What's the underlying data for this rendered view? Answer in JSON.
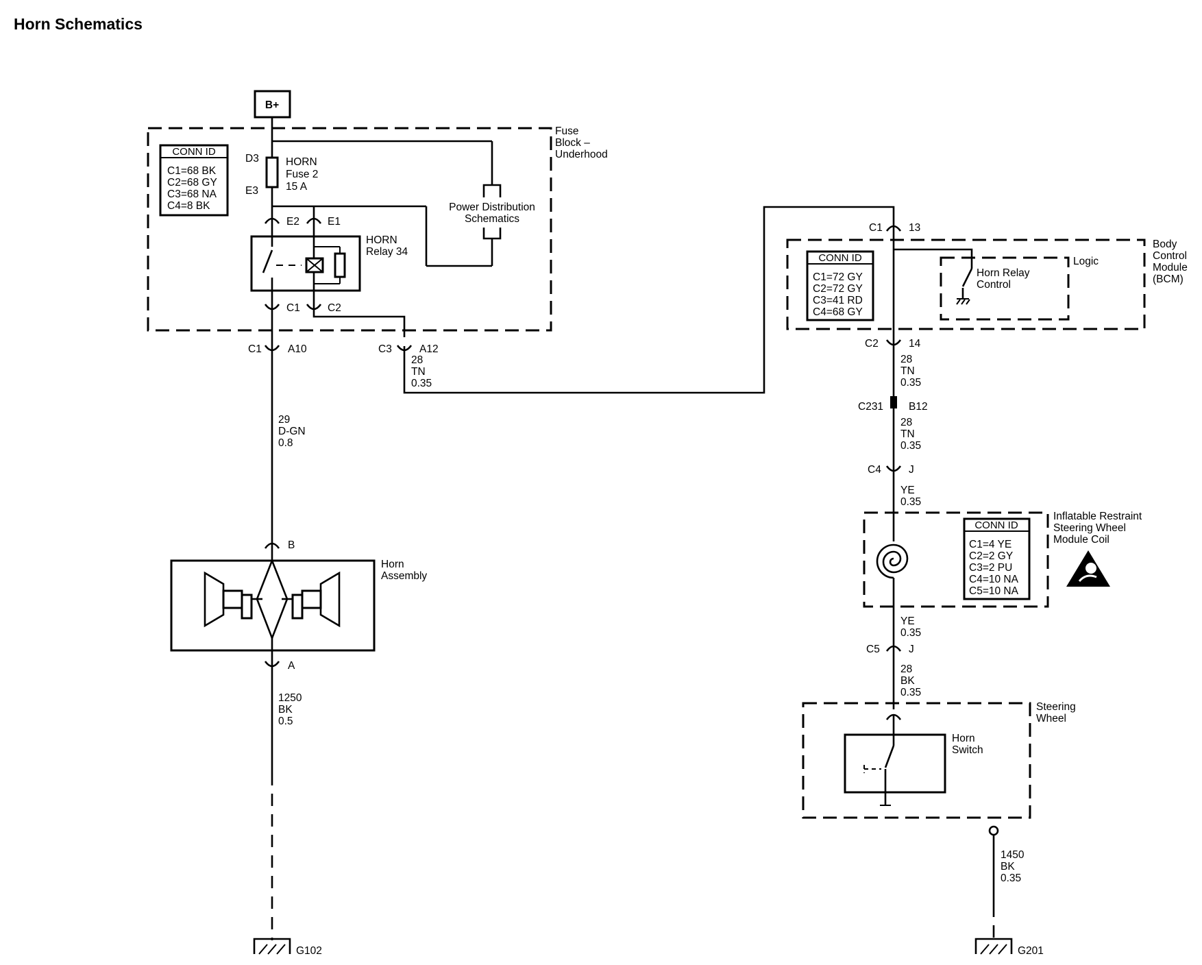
{
  "title": "Horn Schematics",
  "power": {
    "label": "B+"
  },
  "fuse_block": {
    "label_lines": [
      "Fuse",
      "Block –",
      "Underhood"
    ],
    "conn_id": {
      "header": "CONN ID",
      "rows": [
        "C1=68 BK",
        "C2=68 GY",
        "C3=68 NA",
        "C4=8 BK"
      ]
    },
    "fuse": {
      "top_pin": "D3",
      "bottom_pin": "E3",
      "lines": [
        "HORN",
        "Fuse 2",
        "15 A"
      ]
    },
    "relay": {
      "lines": [
        "HORN",
        "Relay 34"
      ],
      "pin_e2": "E2",
      "pin_e1": "E1",
      "pin_c1": "C1",
      "pin_c2": "C2"
    },
    "power_distribution": [
      "Power Distribution",
      "Schematics"
    ],
    "out_left": {
      "conn": "C1",
      "pin": "A10"
    },
    "out_right": {
      "conn": "C3",
      "pin": "A12"
    }
  },
  "wires": {
    "w29": [
      "29",
      "D-GN",
      "0.8"
    ],
    "w28a": [
      "28",
      "TN",
      "0.35"
    ],
    "w28b": [
      "28",
      "TN",
      "0.35"
    ],
    "w28c": [
      "28",
      "TN",
      "0.35"
    ],
    "ye_a": [
      "YE",
      "0.35"
    ],
    "ye_b": [
      "YE",
      "0.35"
    ],
    "w28bk": [
      "28",
      "BK",
      "0.35"
    ],
    "w1250": [
      "1250",
      "BK",
      "0.5"
    ],
    "w1450": [
      "1450",
      "BK",
      "0.35"
    ]
  },
  "horn_assembly": {
    "label_lines": [
      "Horn",
      "Assembly"
    ],
    "pin_b": "B",
    "pin_a": "A"
  },
  "bcm": {
    "label_lines": [
      "Body",
      "Control",
      "Module",
      "(BCM)"
    ],
    "conn_id": {
      "header": "CONN ID",
      "rows": [
        "C1=72 GY",
        "C2=72 GY",
        "C3=41 RD",
        "C4=68 GY"
      ]
    },
    "logic_label": "Logic",
    "relay_control": [
      "Horn Relay",
      "Control"
    ],
    "top": {
      "conn": "C1",
      "pin": "13"
    },
    "bottom": {
      "conn": "C2",
      "pin": "14"
    }
  },
  "c231": {
    "conn": "C231",
    "pin": "B12"
  },
  "c4": {
    "conn": "C4",
    "pin": "J"
  },
  "coil": {
    "label_lines": [
      "Inflatable Restraint",
      "Steering Wheel",
      "Module Coil"
    ],
    "conn_id": {
      "header": "CONN ID",
      "rows": [
        "C1=4 YE",
        "C2=2 GY",
        "C3=2 PU",
        "C4=10 NA",
        "C5=10 NA"
      ]
    }
  },
  "c5": {
    "conn": "C5",
    "pin": "J"
  },
  "steering_wheel": {
    "label_lines": [
      "Steering",
      "Wheel"
    ],
    "switch_lines": [
      "Horn",
      "Switch"
    ]
  },
  "grounds": {
    "left": "G102",
    "right": "G201"
  }
}
